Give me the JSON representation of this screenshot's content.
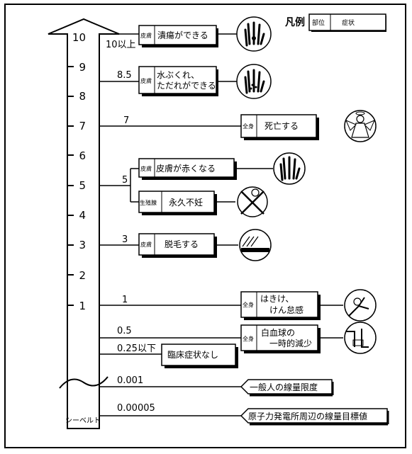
{
  "legend": {
    "title": "凡例",
    "part_label": "部位",
    "symptom_label": "症状"
  },
  "axis": {
    "ticks": [
      "10",
      "9",
      "8",
      "7",
      "6",
      "5",
      "4",
      "3",
      "2",
      "1"
    ],
    "bottom_label": "シーベルト"
  },
  "levels": {
    "l10": "10以上",
    "l85": "8.5",
    "l7": "7",
    "l5": "5",
    "l3": "3",
    "l1": "1",
    "l05": "0.5",
    "l025": "0.25以下",
    "l0001": "0.001",
    "l000005": "0.00005"
  },
  "effects": [
    {
      "part": "皮膚",
      "symptom_lines": [
        "潰瘍ができる"
      ],
      "icon": "burned-hand-icon"
    },
    {
      "part": "皮膚",
      "symptom_lines": [
        "水ぶくれ、",
        "ただれができる"
      ],
      "icon": "blistered-hand-icon"
    },
    {
      "part": "全身",
      "symptom_lines": [
        "死亡する"
      ],
      "icon": "angel-icon"
    },
    {
      "part": "皮膚",
      "symptom_lines": [
        "皮膚が赤くなる"
      ],
      "icon": "red-hand-icon"
    },
    {
      "part": "生殖腺",
      "symptom_lines": [
        "永久不妊"
      ],
      "icon": "no-baby-icon"
    },
    {
      "part": "皮膚",
      "symptom_lines": [
        "脱毛する"
      ],
      "icon": "hair-loss-icon"
    },
    {
      "part": "全身",
      "symptom_lines": [
        "はきけ、",
        "けん怠感"
      ],
      "icon": "nausea-person-icon"
    },
    {
      "part": "全身",
      "symptom_lines": [
        "白血球の",
        "一時的減少"
      ],
      "icon": "blood-test-icon"
    }
  ],
  "no_symptom": "臨床症状なし",
  "reference_lines": {
    "public_limit": "一般人の線量限度",
    "plant_target": "原子力発電所周辺の線量目標値"
  }
}
